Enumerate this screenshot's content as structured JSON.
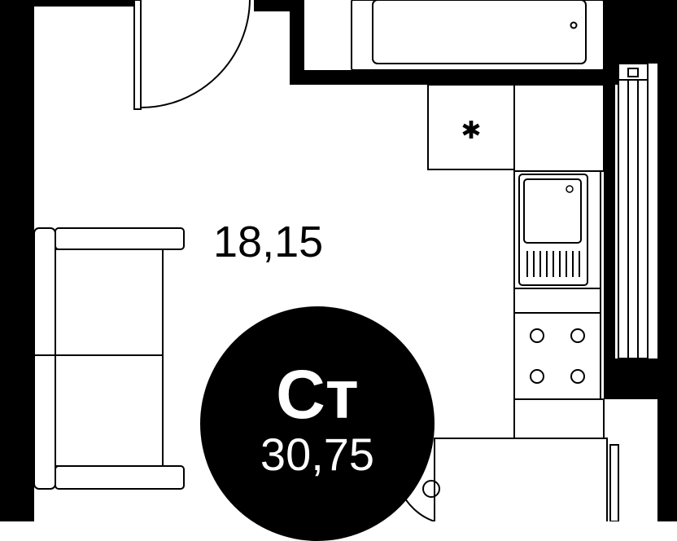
{
  "room": {
    "area_label": "18,15"
  },
  "apartment": {
    "type_label": "Ст",
    "total_area": "30,75"
  },
  "fixtures": {
    "fridge_symbol": "✱"
  },
  "colors": {
    "wall": "#000000",
    "background": "#ffffff",
    "badge_bg": "#000000",
    "badge_text": "#ffffff"
  }
}
